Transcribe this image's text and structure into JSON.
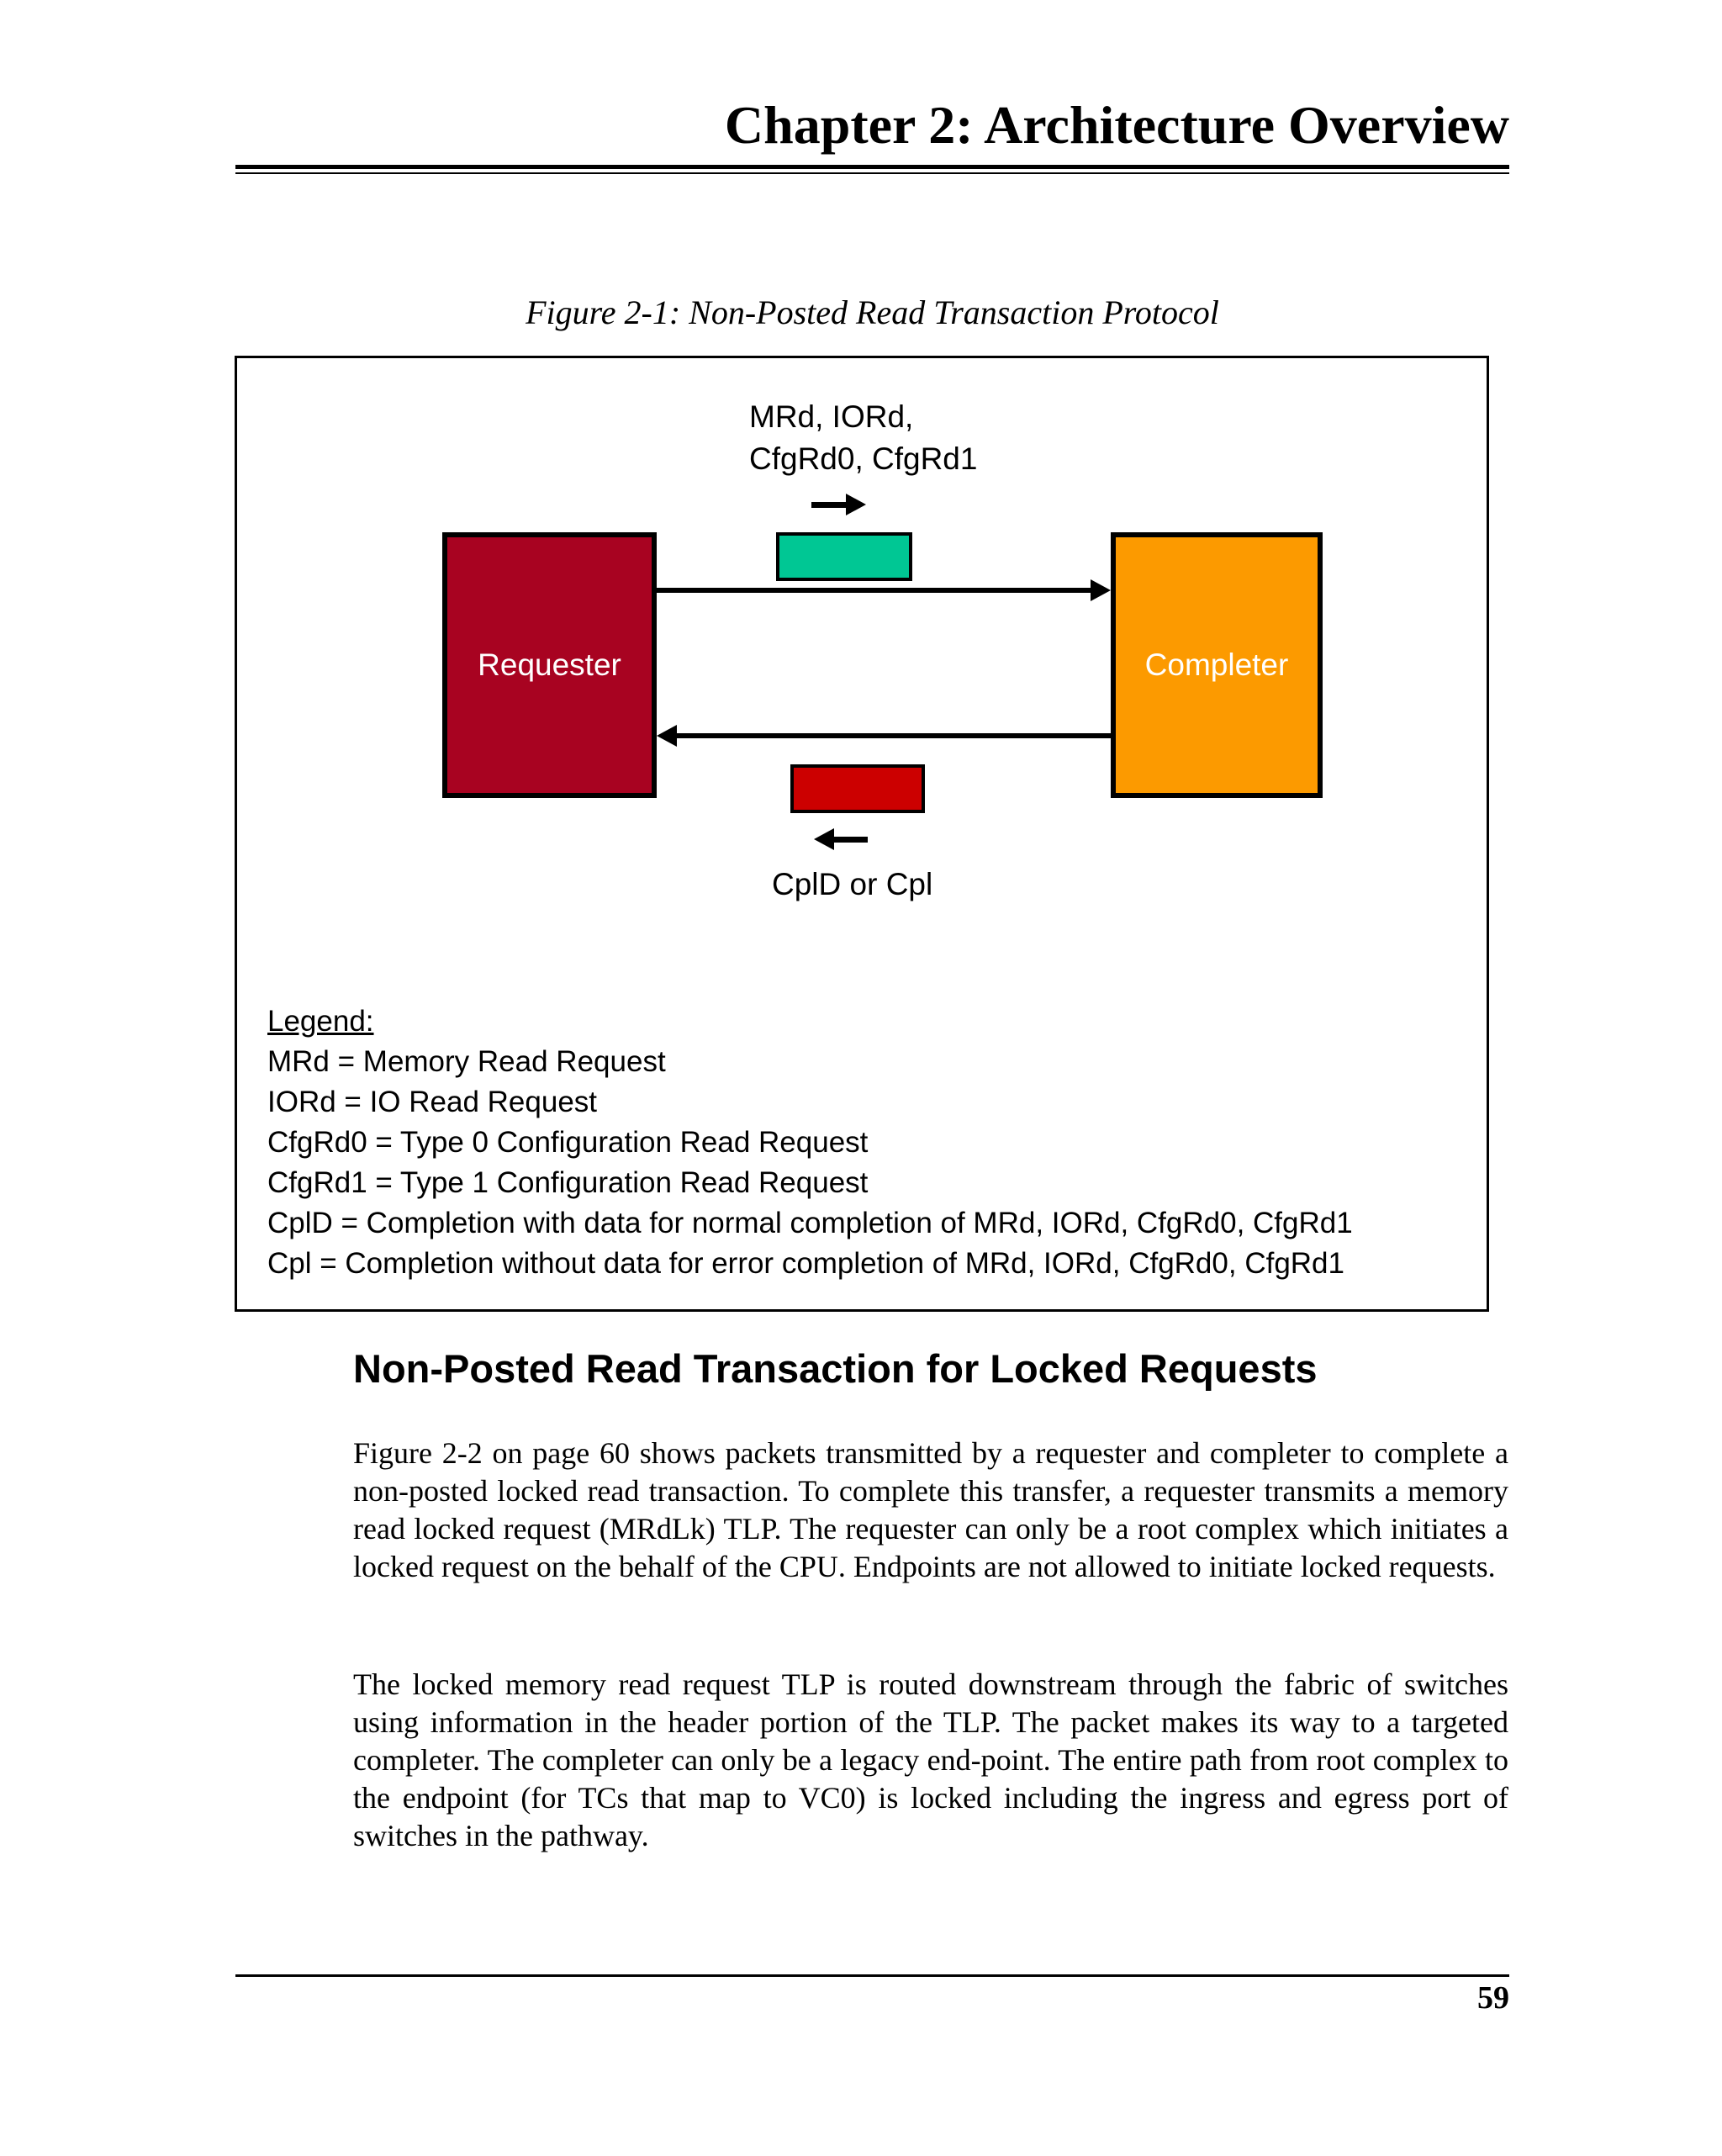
{
  "header": {
    "chapter_title": "Chapter 2: Architecture Overview"
  },
  "figure": {
    "caption": "Figure 2-1: Non-Posted Read Transaction Protocol",
    "request_types_line1": "MRd, IORd,",
    "request_types_line2": "CfgRd0, CfgRd1",
    "requester_label": "Requester",
    "completer_label": "Completer",
    "completion_types": "CplD or Cpl",
    "colors": {
      "requester_fill": "#A80321",
      "completer_fill": "#FC9A00",
      "request_packet_fill": "#00C794",
      "completion_packet_fill": "#CC0000"
    },
    "legend": {
      "title": "Legend:",
      "items": [
        "MRd = Memory Read Request",
        "IORd = IO Read Request",
        "CfgRd0 = Type 0 Configuration Read Request",
        "CfgRd1 = Type 1 Configuration Read Request",
        "CplD = Completion with data for normal completion of MRd, IORd, CfgRd0, CfgRd1",
        "Cpl = Completion without data for error completion of MRd, IORd, CfgRd0, CfgRd1"
      ]
    }
  },
  "section": {
    "heading": "Non-Posted Read Transaction for Locked Requests",
    "paragraphs": [
      "Figure 2-2 on page 60 shows packets transmitted by a requester and completer to complete a non-posted locked read transaction. To complete this transfer, a requester transmits a memory read locked request (MRdLk) TLP. The requester can only be a root complex which initiates a locked request on the behalf of the CPU. Endpoints are not allowed to initiate locked requests.",
      "The locked memory read request TLP is routed downstream through the fabric of switches using information in the header portion of the TLP. The packet makes its way to a targeted completer. The completer can only be a legacy end-point. The entire path from root complex to the endpoint (for TCs that map to VC0) is locked including the ingress and egress port of switches in the pathway."
    ]
  },
  "footer": {
    "page_number": "59"
  }
}
